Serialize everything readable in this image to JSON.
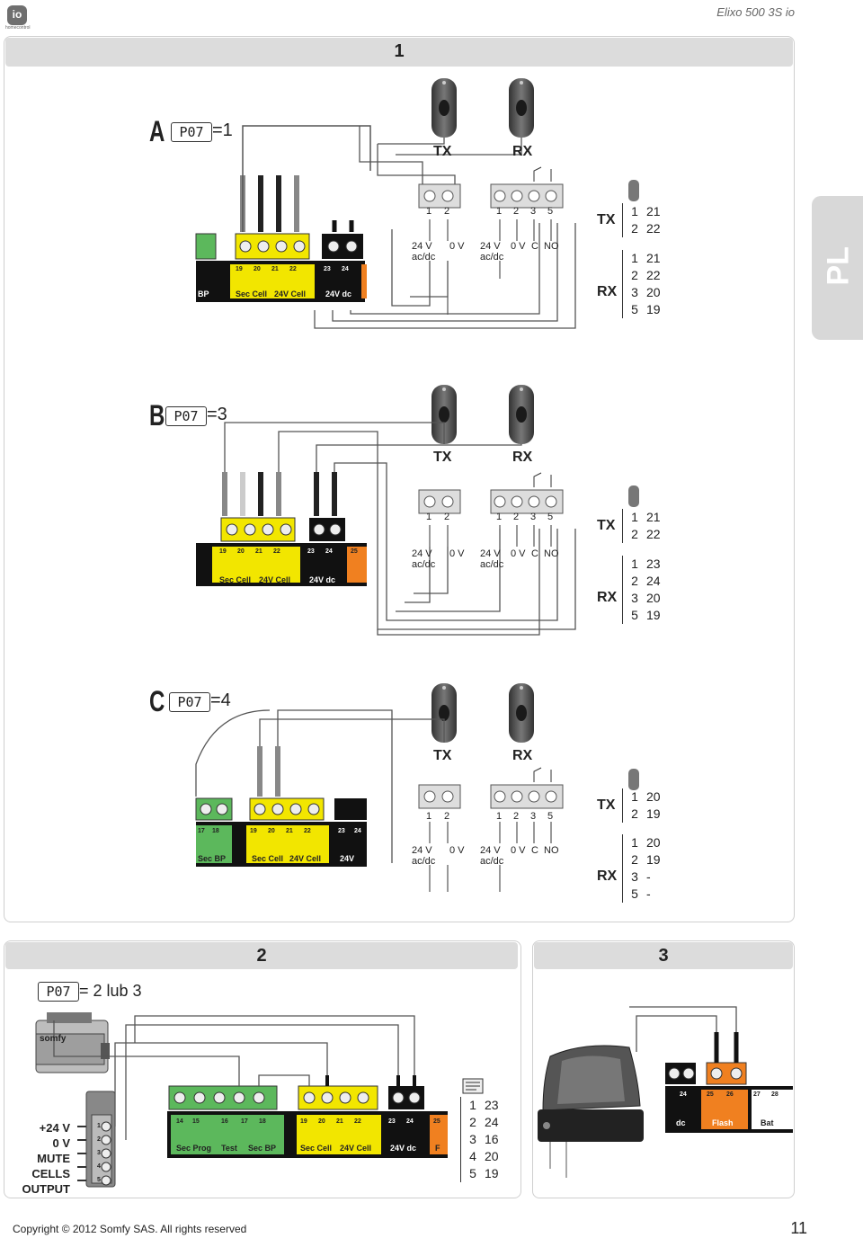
{
  "header": {
    "title": "Elixo 500 3S io",
    "logo": "io",
    "logo_sub": "homecontrol"
  },
  "side_tab": "PL",
  "section1": {
    "number": "1",
    "variants": [
      {
        "letter": "A",
        "param": "P07",
        "eq": "=1",
        "tx_label": "TX",
        "rx_label": "RX",
        "tx_terms": [
          "1",
          "2"
        ],
        "rx_terms": [
          "1",
          "2",
          "3",
          "5"
        ],
        "tx_signals": [
          "24 V ac/dc",
          "0 V"
        ],
        "rx_signals": [
          "24 V ac/dc",
          "0 V",
          "C",
          "NO"
        ],
        "board_labels": [
          "BP",
          "Sec Cell",
          "24V Cell",
          "24V dc"
        ],
        "board_pins": [
          "19",
          "20",
          "21",
          "22",
          "23",
          "24"
        ],
        "table": {
          "tx": [
            [
              "1",
              "21"
            ],
            [
              "2",
              "22"
            ]
          ],
          "rx": [
            [
              "1",
              "21"
            ],
            [
              "2",
              "22"
            ],
            [
              "3",
              "20"
            ],
            [
              "5",
              "19"
            ]
          ]
        }
      },
      {
        "letter": "B",
        "param": "P07",
        "eq": "=3",
        "tx_label": "TX",
        "rx_label": "RX",
        "tx_terms": [
          "1",
          "2"
        ],
        "rx_terms": [
          "1",
          "2",
          "3",
          "5"
        ],
        "tx_signals": [
          "24 V ac/dc",
          "0 V"
        ],
        "rx_signals": [
          "24 V ac/dc",
          "0 V",
          "C",
          "NO"
        ],
        "board_labels": [
          "Sec Cell",
          "24V Cell",
          "24V dc"
        ],
        "board_pins": [
          "19",
          "20",
          "21",
          "22",
          "23",
          "24",
          "25"
        ],
        "table": {
          "tx": [
            [
              "1",
              "21"
            ],
            [
              "2",
              "22"
            ]
          ],
          "rx": [
            [
              "1",
              "23"
            ],
            [
              "2",
              "24"
            ],
            [
              "3",
              "20"
            ],
            [
              "5",
              "19"
            ]
          ]
        }
      },
      {
        "letter": "C",
        "param": "P07",
        "eq": "=4",
        "tx_label": "TX",
        "rx_label": "RX",
        "tx_terms": [
          "1",
          "2"
        ],
        "rx_terms": [
          "1",
          "2",
          "3",
          "5"
        ],
        "tx_signals": [
          "24 V ac/dc",
          "0 V"
        ],
        "rx_signals": [
          "24 V ac/dc",
          "0 V",
          "C",
          "NO"
        ],
        "board_labels": [
          "Sec BP",
          "Sec Cell",
          "24V Cell",
          "24V"
        ],
        "board_pins": [
          "17",
          "18",
          "19",
          "20",
          "21",
          "22",
          "23",
          "24"
        ],
        "table": {
          "tx": [
            [
              "1",
              "20"
            ],
            [
              "2",
              "19"
            ]
          ],
          "rx": [
            [
              "1",
              "20"
            ],
            [
              "2",
              "19"
            ],
            [
              "3",
              "-"
            ],
            [
              "5",
              "-"
            ]
          ]
        }
      }
    ]
  },
  "section2": {
    "number": "2",
    "param": "P07",
    "eq": "= 2 lub 3",
    "side_labels": [
      "+24 V",
      "0 V",
      "MUTE",
      "CELLS",
      "OUTPUT"
    ],
    "module_pins": [
      "1",
      "2",
      "3",
      "4",
      "5"
    ],
    "board_labels": [
      "Sec Prog",
      "Test",
      "Sec BP",
      "Sec Cell",
      "24V Cell",
      "24V dc",
      "F"
    ],
    "board_pins": [
      "14",
      "15",
      "16",
      "17",
      "18",
      "19",
      "20",
      "21",
      "22",
      "23",
      "24",
      "25"
    ],
    "table": [
      [
        "1",
        "23"
      ],
      [
        "2",
        "24"
      ],
      [
        "3",
        "16"
      ],
      [
        "4",
        "20"
      ],
      [
        "5",
        "19"
      ]
    ],
    "brand": "somfy"
  },
  "section3": {
    "number": "3",
    "board_labels": [
      "dc",
      "Flash",
      "Bat"
    ],
    "board_pins": [
      "24",
      "25",
      "26",
      "27",
      "28"
    ]
  },
  "footer": {
    "copyright": "Copyright © 2012 Somfy SAS. All rights reserved",
    "page": "11"
  }
}
